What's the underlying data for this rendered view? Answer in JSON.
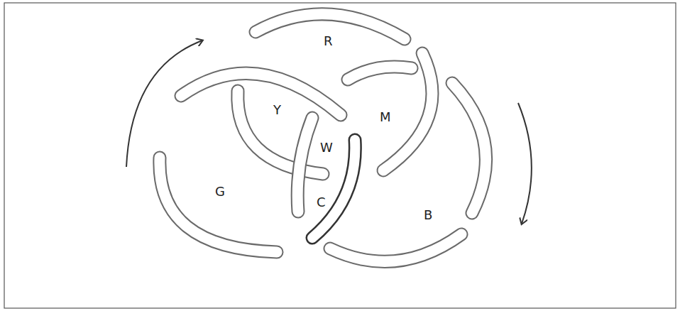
{
  "diagram": {
    "labels": [
      "R",
      "Y",
      "M",
      "W",
      "G",
      "C",
      "B"
    ]
  }
}
